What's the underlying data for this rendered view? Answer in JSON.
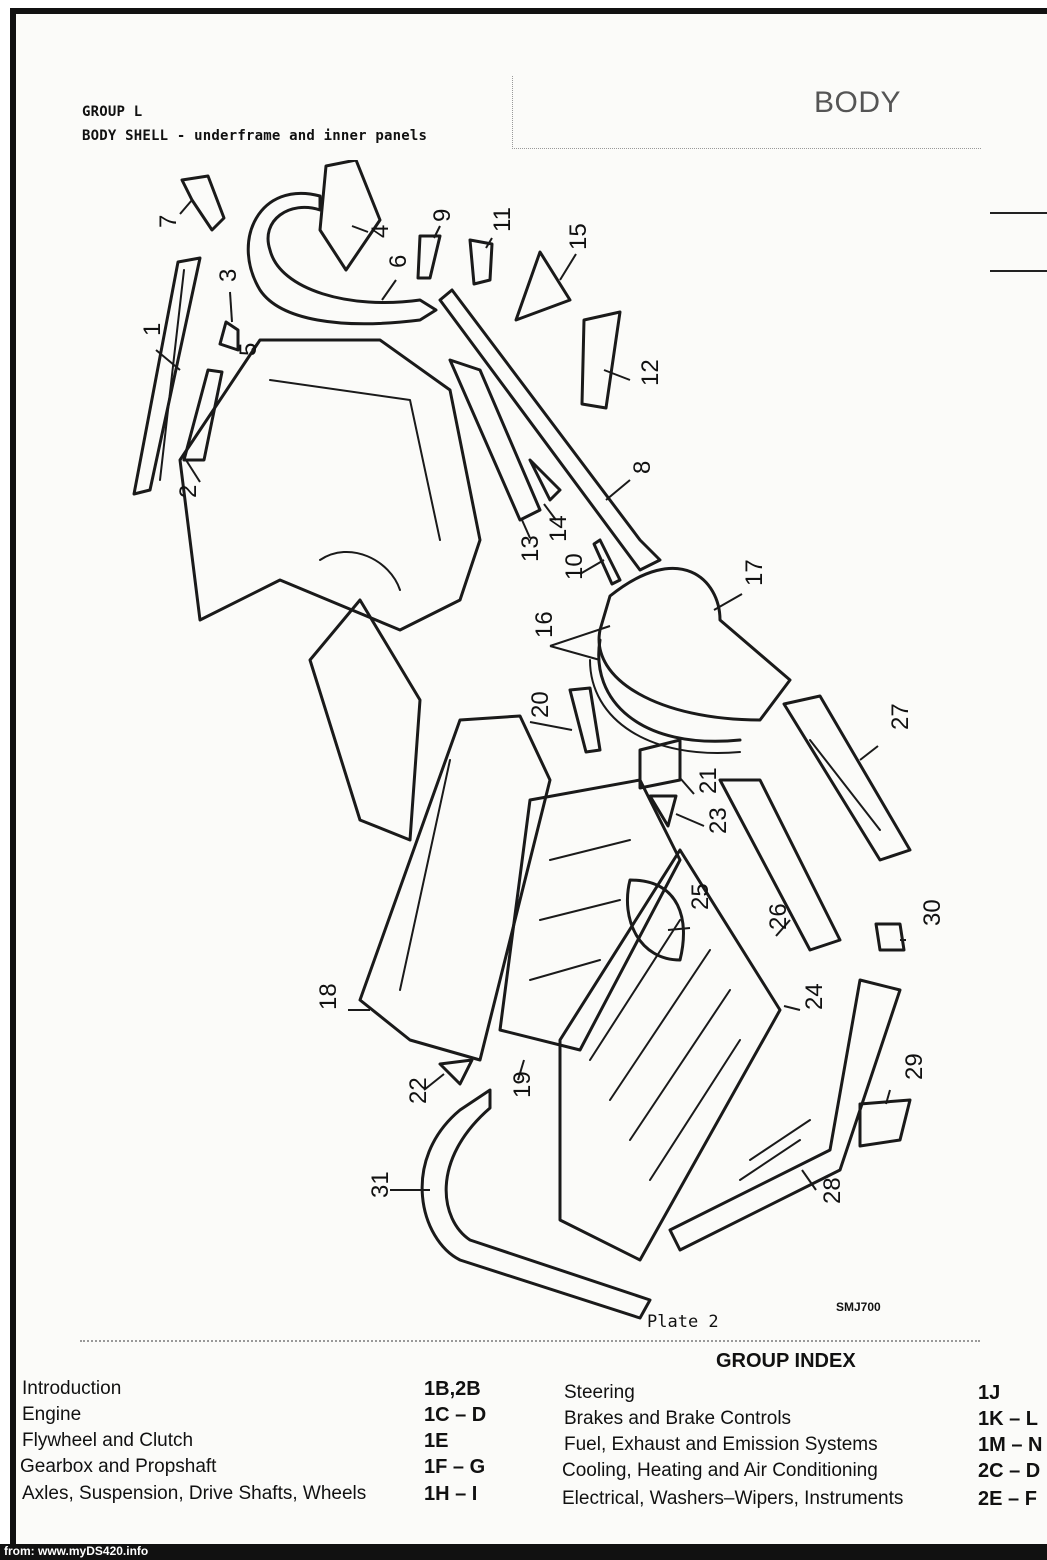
{
  "header": {
    "group": "GROUP L",
    "subtitle": "BODY SHELL - underframe and inner panels",
    "section": "BODY"
  },
  "diagram": {
    "callouts": [
      "1",
      "2",
      "3",
      "4",
      "5",
      "6",
      "7",
      "8",
      "9",
      "10",
      "11",
      "12",
      "13",
      "14",
      "15",
      "16",
      "17",
      "18",
      "19",
      "20",
      "21",
      "22",
      "23",
      "24",
      "25",
      "26",
      "27",
      "28",
      "29",
      "30",
      "31"
    ],
    "plate": "Plate 2",
    "code": "SMJ700"
  },
  "index": {
    "title": "GROUP INDEX",
    "left": [
      {
        "label": "Introduction",
        "page": "1B,2B"
      },
      {
        "label": "Engine",
        "page": "1C – D"
      },
      {
        "label": "Flywheel and Clutch",
        "page": "1E"
      },
      {
        "label": "Gearbox and Propshaft",
        "page": "1F – G"
      },
      {
        "label": "Axles, Suspension, Drive Shafts, Wheels",
        "page": "1H – I"
      }
    ],
    "right": [
      {
        "label": "Steering",
        "page": "1J"
      },
      {
        "label": "Brakes and Brake Controls",
        "page": "1K – L"
      },
      {
        "label": "Fuel, Exhaust and Emission Systems",
        "page": "1M – N"
      },
      {
        "label": "Cooling, Heating and Air Conditioning",
        "page": "2C – D"
      },
      {
        "label": "Electrical, Washers–Wipers, Instruments",
        "page": "2E – F"
      }
    ]
  },
  "footer": {
    "source": "from: www.myDS420.info"
  }
}
